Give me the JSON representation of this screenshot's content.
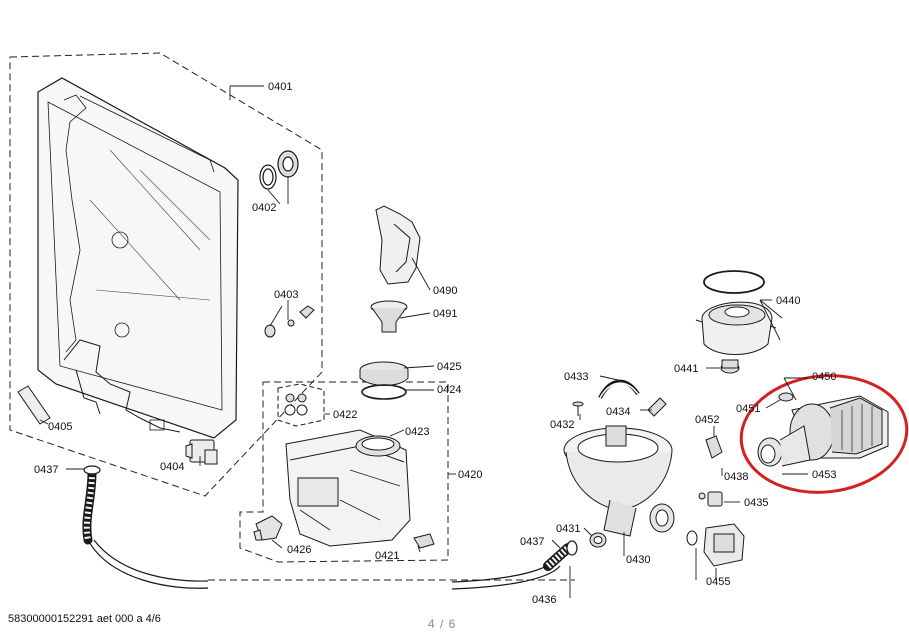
{
  "footer": {
    "doc_id": "58300000152291 aet 000 a 4/6",
    "pager": "4 / 6"
  },
  "colors": {
    "line": "#1a1a1a",
    "highlight_ring": "#d42020"
  },
  "highlight": {
    "target_part": "0453"
  },
  "callouts": [
    {
      "id": "0401",
      "label": "0401"
    },
    {
      "id": "0402",
      "label": "0402"
    },
    {
      "id": "0403",
      "label": "0403"
    },
    {
      "id": "0404",
      "label": "0404"
    },
    {
      "id": "0405",
      "label": "0405"
    },
    {
      "id": "0437a",
      "label": "0437"
    },
    {
      "id": "0490",
      "label": "0490"
    },
    {
      "id": "0491",
      "label": "0491"
    },
    {
      "id": "0425",
      "label": "0425"
    },
    {
      "id": "0424",
      "label": "0424"
    },
    {
      "id": "0422",
      "label": "0422"
    },
    {
      "id": "0423",
      "label": "0423"
    },
    {
      "id": "0420",
      "label": "0420"
    },
    {
      "id": "0426",
      "label": "0426"
    },
    {
      "id": "0421",
      "label": "0421"
    },
    {
      "id": "0433",
      "label": "0433"
    },
    {
      "id": "0434",
      "label": "0434"
    },
    {
      "id": "0432",
      "label": "0432"
    },
    {
      "id": "0431",
      "label": "0431"
    },
    {
      "id": "0437b",
      "label": "0437"
    },
    {
      "id": "0430",
      "label": "0430"
    },
    {
      "id": "0436",
      "label": "0436"
    },
    {
      "id": "0440",
      "label": "0440"
    },
    {
      "id": "0441",
      "label": "0441"
    },
    {
      "id": "0450",
      "label": "0450"
    },
    {
      "id": "0451",
      "label": "0451"
    },
    {
      "id": "0452",
      "label": "0452"
    },
    {
      "id": "0438",
      "label": "0438"
    },
    {
      "id": "0435",
      "label": "0435"
    },
    {
      "id": "0453",
      "label": "0453"
    },
    {
      "id": "0455",
      "label": "0455"
    }
  ]
}
